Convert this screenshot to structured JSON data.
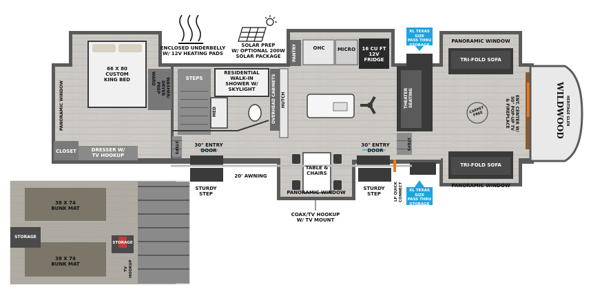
{
  "labels": {
    "king_bed": "66 X 80\nCUSTOM\nKING BED",
    "enclosed_underbelly": "ENCLOSED UNDERBELLY\nW/ 12V HEATING PADS",
    "solar_prep": "SOLAR PREP\nW/ OPTIONAL 200W\nSOLAR PACKAGE",
    "pantry": "PANTRY",
    "ohc": "OHC",
    "micro": "MICRO",
    "fridge": "16 CU FT\n12V\nFRIDGE",
    "xl_storage_top": "XL TEXAS SIZE\nPASS THRU\nSTORAGE",
    "panoramic_window_top_right": "PANORAMIC WINDOW",
    "trifold_sofa_top": "TRI-FOLD SOFA",
    "panoramic_window_left": "PANORAMIC WINDOW",
    "ward": "WARD",
    "washer_dryer_prep": "WASHER/\nDRYER\nPREP",
    "steps_upper": "STEPS",
    "residential_shower": "RESIDENTIAL\nWALK-IN\nSHOWER W/\nSKYLIGHT",
    "med": "MED",
    "overhead_cabinets": "OVERHEAD CABINETS",
    "hutch": "HUTCH",
    "theater_seating": "THEATER\nSEATING",
    "carpet_free": "CARPET\nFREE",
    "ent_center": "ENT. CENTER W/\n50\" POP-UP TV\n& FIREPLACE",
    "wildwood": "WILDWOOD",
    "heritage_glen": "HERITAGE GLEN",
    "closet": "CLOSET",
    "dresser": "DRESSER W/\nTV HOOKUP",
    "steps_left": "STEPS",
    "entry_door_left": "30\" ENTRY\nDOOR",
    "entry_door_right": "30\" ENTRY\nDOOR",
    "steps_right": "STEPS",
    "table_chairs": "TABLE &\nCHAIRS",
    "trifold_sofa_bottom": "TRI-FOLD SOFA",
    "panoramic_window_dinette": "PANORAMIC WINDOW",
    "panoramic_window_bottom_right": "PANORAMIC WINDOW",
    "sturdy_step_left": "STURDY\nSTEP",
    "awning": "20' AWNING",
    "sturdy_step_right": "STURDY\nSTEP",
    "lp_quick_connect": "LP QUICK\nCONNECT",
    "xl_storage_bottom": "XL TEXAS SIZE\nPASS THRU\nSTORAGE",
    "coax_tv": "COAX/TV HOOKUP\nW/ TV MOUNT",
    "bunk_mat_top": "38 X 74\nBUNK MAT",
    "bunk_mat_bottom": "38 X 74\nBUNK MAT",
    "storage_left": "STORAGE",
    "storage_right": "STORAGE",
    "tv_hookup": "TV\nHOOKUP"
  },
  "colors": {
    "floor": "#c9c6c1",
    "wall": "#5a5a5a",
    "dark_item": "#3a3a3a",
    "counter": "#e6e6e6",
    "blue_callout": "#1fa3dc",
    "storage_red": "#c43b35",
    "bunk_mat": "#7c7669"
  }
}
